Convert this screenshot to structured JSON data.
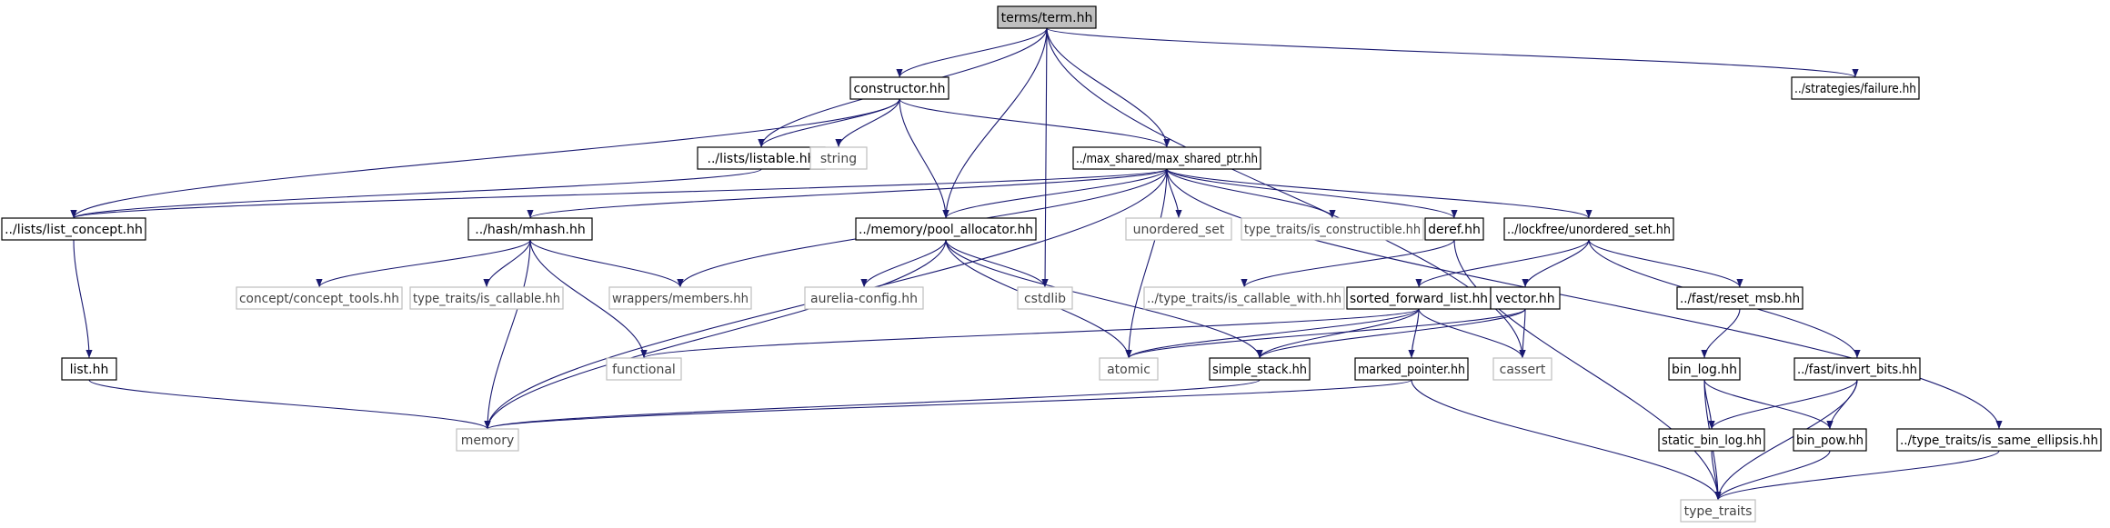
{
  "colors": {
    "background": "#ffffff",
    "edge": "#191970",
    "arrowhead": "#191970",
    "node_border": "#000000",
    "external_border": "#bfbfbf",
    "root_fill": "#bfbfbf",
    "node_fill": "#ffffff",
    "text": "#000000",
    "external_text": "#444444"
  },
  "diagram": {
    "nodes": [
      {
        "id": "term",
        "label": "terms/term.hh",
        "kind": "root"
      },
      {
        "id": "constructor",
        "label": "constructor.hh",
        "kind": "file"
      },
      {
        "id": "failure",
        "label": "../strategies/failure.hh",
        "kind": "file"
      },
      {
        "id": "listable",
        "label": "../lists/listable.hh",
        "kind": "file"
      },
      {
        "id": "string",
        "label": "string",
        "kind": "external"
      },
      {
        "id": "max_shared",
        "label": "../max_shared/max_shared_ptr.hh",
        "kind": "file"
      },
      {
        "id": "list_concept",
        "label": "../lists/list_concept.hh",
        "kind": "file"
      },
      {
        "id": "mhash",
        "label": "../hash/mhash.hh",
        "kind": "file"
      },
      {
        "id": "pool_allocator",
        "label": "../memory/pool_allocator.hh",
        "kind": "file"
      },
      {
        "id": "unordered_set",
        "label": "unordered_set",
        "kind": "external"
      },
      {
        "id": "is_constructible",
        "label": "type_traits/is_constructible.hh",
        "kind": "external"
      },
      {
        "id": "deref",
        "label": "deref.hh",
        "kind": "file"
      },
      {
        "id": "lockfree",
        "label": "../lockfree/unordered_set.hh",
        "kind": "file"
      },
      {
        "id": "concept_tools",
        "label": "concept/concept_tools.hh",
        "kind": "external"
      },
      {
        "id": "is_callable",
        "label": "type_traits/is_callable.hh",
        "kind": "external"
      },
      {
        "id": "members",
        "label": "wrappers/members.hh",
        "kind": "external"
      },
      {
        "id": "aurelia_config",
        "label": "aurelia-config.hh",
        "kind": "external"
      },
      {
        "id": "cstdlib",
        "label": "cstdlib",
        "kind": "external"
      },
      {
        "id": "is_callable_with",
        "label": "../type_traits/is_callable_with.hh",
        "kind": "external"
      },
      {
        "id": "sorted_forward_list",
        "label": "sorted_forward_list.hh",
        "kind": "file"
      },
      {
        "id": "vector",
        "label": "vector.hh",
        "kind": "file"
      },
      {
        "id": "reset_msb",
        "label": "../fast/reset_msb.hh",
        "kind": "file"
      },
      {
        "id": "list",
        "label": "list.hh",
        "kind": "file"
      },
      {
        "id": "functional",
        "label": "functional",
        "kind": "external"
      },
      {
        "id": "atomic",
        "label": "atomic",
        "kind": "external"
      },
      {
        "id": "simple_stack",
        "label": "simple_stack.hh",
        "kind": "file"
      },
      {
        "id": "cassert",
        "label": "cassert",
        "kind": "external"
      },
      {
        "id": "bin_log",
        "label": "bin_log.hh",
        "kind": "file"
      },
      {
        "id": "invert_bits",
        "label": "../fast/invert_bits.hh",
        "kind": "file"
      },
      {
        "id": "marked_pointer",
        "label": "marked_pointer.hh",
        "kind": "file"
      },
      {
        "id": "memory",
        "label": "memory",
        "kind": "external"
      },
      {
        "id": "static_bin_log",
        "label": "static_bin_log.hh",
        "kind": "file"
      },
      {
        "id": "bin_pow",
        "label": "bin_pow.hh",
        "kind": "file"
      },
      {
        "id": "is_same_ellipsis",
        "label": "../type_traits/is_same_ellipsis.hh",
        "kind": "file"
      },
      {
        "id": "type_traits",
        "label": "type_traits",
        "kind": "external"
      }
    ],
    "edges": [
      [
        "term",
        "constructor"
      ],
      [
        "term",
        "failure"
      ],
      [
        "term",
        "listable"
      ],
      [
        "term",
        "max_shared"
      ],
      [
        "term",
        "pool_allocator"
      ],
      [
        "term",
        "cstdlib"
      ],
      [
        "term",
        "cassert"
      ],
      [
        "constructor",
        "listable"
      ],
      [
        "constructor",
        "string"
      ],
      [
        "constructor",
        "max_shared"
      ],
      [
        "constructor",
        "list_concept"
      ],
      [
        "constructor",
        "pool_allocator"
      ],
      [
        "listable",
        "list_concept"
      ],
      [
        "list_concept",
        "list"
      ],
      [
        "list",
        "memory"
      ],
      [
        "max_shared",
        "list_concept"
      ],
      [
        "max_shared",
        "mhash"
      ],
      [
        "max_shared",
        "pool_allocator"
      ],
      [
        "max_shared",
        "unordered_set"
      ],
      [
        "max_shared",
        "is_constructible"
      ],
      [
        "max_shared",
        "deref"
      ],
      [
        "max_shared",
        "lockfree"
      ],
      [
        "max_shared",
        "members"
      ],
      [
        "max_shared",
        "atomic"
      ],
      [
        "max_shared",
        "memory"
      ],
      [
        "max_shared",
        "is_same_ellipsis"
      ],
      [
        "mhash",
        "concept_tools"
      ],
      [
        "mhash",
        "is_callable"
      ],
      [
        "mhash",
        "members"
      ],
      [
        "mhash",
        "functional"
      ],
      [
        "mhash",
        "memory"
      ],
      [
        "pool_allocator",
        "aurelia_config"
      ],
      [
        "pool_allocator",
        "cstdlib"
      ],
      [
        "pool_allocator",
        "atomic"
      ],
      [
        "pool_allocator",
        "simple_stack"
      ],
      [
        "pool_allocator",
        "memory"
      ],
      [
        "deref",
        "is_callable_with"
      ],
      [
        "deref",
        "type_traits"
      ],
      [
        "lockfree",
        "sorted_forward_list"
      ],
      [
        "lockfree",
        "vector"
      ],
      [
        "lockfree",
        "reset_msb"
      ],
      [
        "lockfree",
        "invert_bits"
      ],
      [
        "sorted_forward_list",
        "functional"
      ],
      [
        "sorted_forward_list",
        "atomic"
      ],
      [
        "sorted_forward_list",
        "simple_stack"
      ],
      [
        "sorted_forward_list",
        "marked_pointer"
      ],
      [
        "sorted_forward_list",
        "cassert"
      ],
      [
        "vector",
        "atomic"
      ],
      [
        "vector",
        "simple_stack"
      ],
      [
        "vector",
        "cassert"
      ],
      [
        "simple_stack",
        "memory"
      ],
      [
        "marked_pointer",
        "memory"
      ],
      [
        "marked_pointer",
        "type_traits"
      ],
      [
        "reset_msb",
        "bin_log"
      ],
      [
        "bin_log",
        "static_bin_log"
      ],
      [
        "bin_log",
        "bin_pow"
      ],
      [
        "bin_log",
        "type_traits"
      ],
      [
        "invert_bits",
        "static_bin_log"
      ],
      [
        "invert_bits",
        "bin_pow"
      ],
      [
        "invert_bits",
        "type_traits"
      ],
      [
        "static_bin_log",
        "type_traits"
      ],
      [
        "bin_pow",
        "type_traits"
      ],
      [
        "is_same_ellipsis",
        "type_traits"
      ]
    ]
  }
}
